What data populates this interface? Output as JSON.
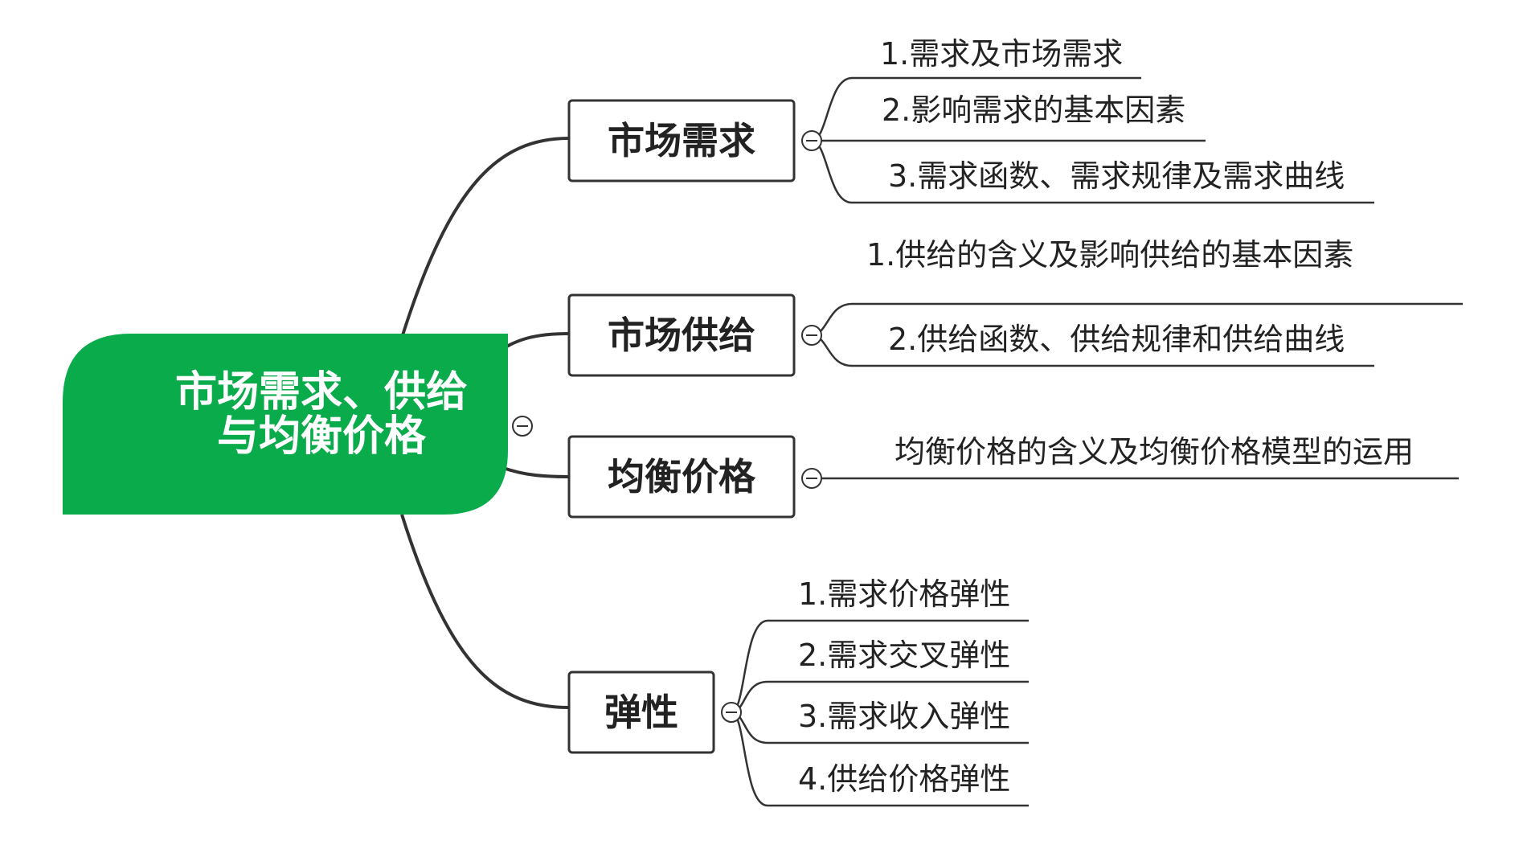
{
  "root": {
    "lines": [
      "市场需求、供给",
      "与均衡价格"
    ],
    "color": "#0aab4b",
    "toggle_icon": "collapse-minus-icon"
  },
  "branches": [
    {
      "label": "市场需求",
      "toggle_icon": "collapse-minus-icon",
      "items": [
        "1.需求及市场需求",
        "2.影响需求的基本因素",
        "3.需求函数、需求规律及需求曲线"
      ]
    },
    {
      "label": "市场供给",
      "toggle_icon": "collapse-minus-icon",
      "items": [
        "1.供给的含义及影响供给的基本因素",
        "2.供给函数、供给规律和供给曲线"
      ]
    },
    {
      "label": "均衡价格",
      "toggle_icon": "collapse-minus-icon",
      "items": [
        "均衡价格的含义及均衡价格模型的运用"
      ]
    },
    {
      "label": "弹性",
      "toggle_icon": "collapse-minus-icon",
      "items": [
        "1.需求价格弹性",
        "2.需求交叉弹性",
        "3.需求收入弹性",
        "4.供给价格弹性"
      ]
    }
  ]
}
